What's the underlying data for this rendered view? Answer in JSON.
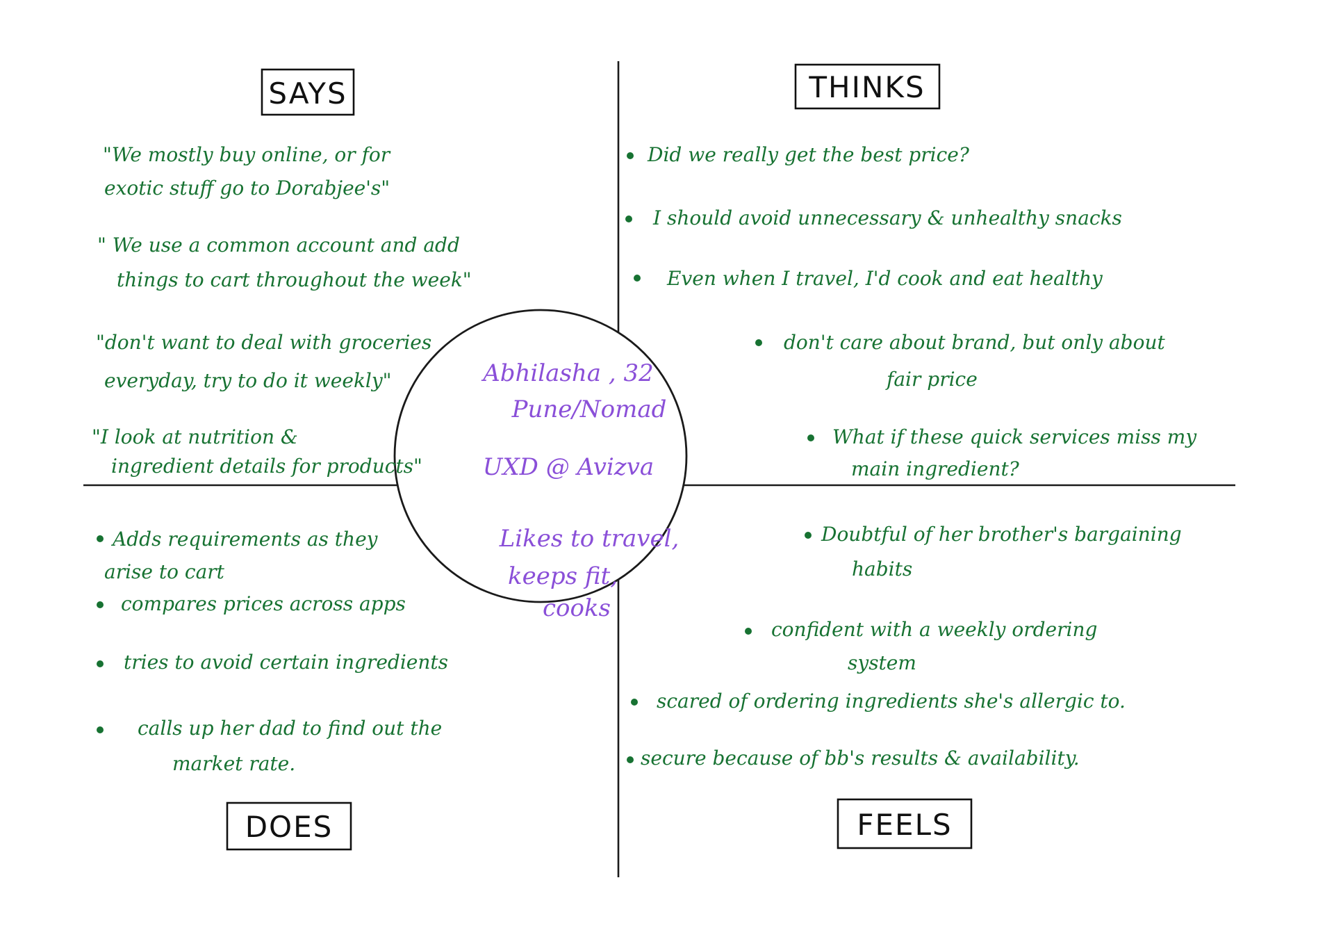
{
  "colors": {
    "ink": "#111111",
    "notes": "#177232",
    "persona": "#8a4fd8",
    "background": "#ffffff"
  },
  "quadrants": {
    "says": {
      "title": "SAYS",
      "quotes": [
        [
          "\"We mostly buy online, or for",
          "exotic stuff go to Dorabjee's\""
        ],
        [
          "\" We use a common account and add",
          "things to cart throughout the week\""
        ],
        [
          "\"don't want to deal with groceries",
          "everyday, try to do it weekly\""
        ],
        [
          "\"I look at nutrition &",
          "ingredient details for products\""
        ]
      ]
    },
    "thinks": {
      "title": "THINKS",
      "bullets": [
        [
          "Did we really get the best price?"
        ],
        [
          "I should avoid unnecessary & unhealthy snacks"
        ],
        [
          "Even when I travel, I'd cook and eat healthy"
        ],
        [
          "don't care about brand, but only about",
          "fair price"
        ],
        [
          "What if these quick services miss my",
          "main ingredient?"
        ]
      ]
    },
    "does": {
      "title": "DOES",
      "bullets": [
        [
          "Adds requirements as they",
          "arise to cart"
        ],
        [
          "compares prices across apps"
        ],
        [
          "tries to avoid certain ingredients"
        ],
        [
          "calls up her dad to find out the",
          "market rate."
        ]
      ]
    },
    "feels": {
      "title": "FEELS",
      "bullets": [
        [
          "Doubtful of her brother's bargaining",
          "habits"
        ],
        [
          "confident with a weekly ordering",
          "system"
        ],
        [
          "scared of ordering ingredients she's allergic to."
        ],
        [
          "secure because of bb's results & availability."
        ]
      ]
    }
  },
  "persona": {
    "name_line": "Abhilasha , 32",
    "location_line": "Pune/Nomad",
    "role_line": "UXD @ Avizva",
    "likes_lines": [
      "Likes to travel,",
      "keeps fit,",
      "cooks"
    ]
  }
}
